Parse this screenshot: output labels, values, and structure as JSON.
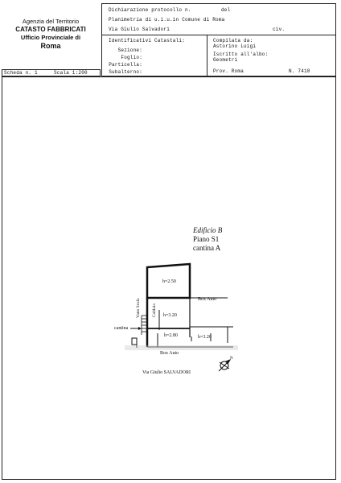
{
  "agency": {
    "line1": "Agenzia del Territorio",
    "line2": "CATASTO FABBRICATI",
    "line3": "Ufficio Provinciale di",
    "line4": "Roma"
  },
  "header": {
    "protocol_label": "Dichiarazione protocollo n.",
    "protocol_del": "del",
    "planimetria": "Planimetria di u.i.u.in Comune di Roma",
    "address": "Via Giulio Salvadori",
    "civ": "civ.",
    "identificativi": "Identificativi Catastali:",
    "sezione": "Sezione:",
    "foglio": "Foglio:",
    "particella": "Particella:",
    "subalterno": "Subalterno:",
    "compilata": "Compilata da:",
    "compilatore": "Astorino Luigi",
    "iscritto": "Iscritto all'albo:",
    "albo": "Geometri",
    "prov": "Prov. Roma",
    "numero": "N.   7418",
    "scheda": "Scheda n. 1",
    "scala": "Scala 1:200"
  },
  "plan": {
    "edificio": "Edificio B",
    "piano": "Piano S1",
    "cantina": "cantina A",
    "h1": "h=2.50",
    "h2": "h=3.20",
    "h3": "h=2.80",
    "h4": "h=3.20",
    "box_auto_top": "Box Auto",
    "box_auto_bottom": "Box Auto",
    "vano_scala": "Vano Scala",
    "caldaia": "Caldaia",
    "cantina_left": "cantina",
    "street": "Via Giulio SALVADORI"
  }
}
